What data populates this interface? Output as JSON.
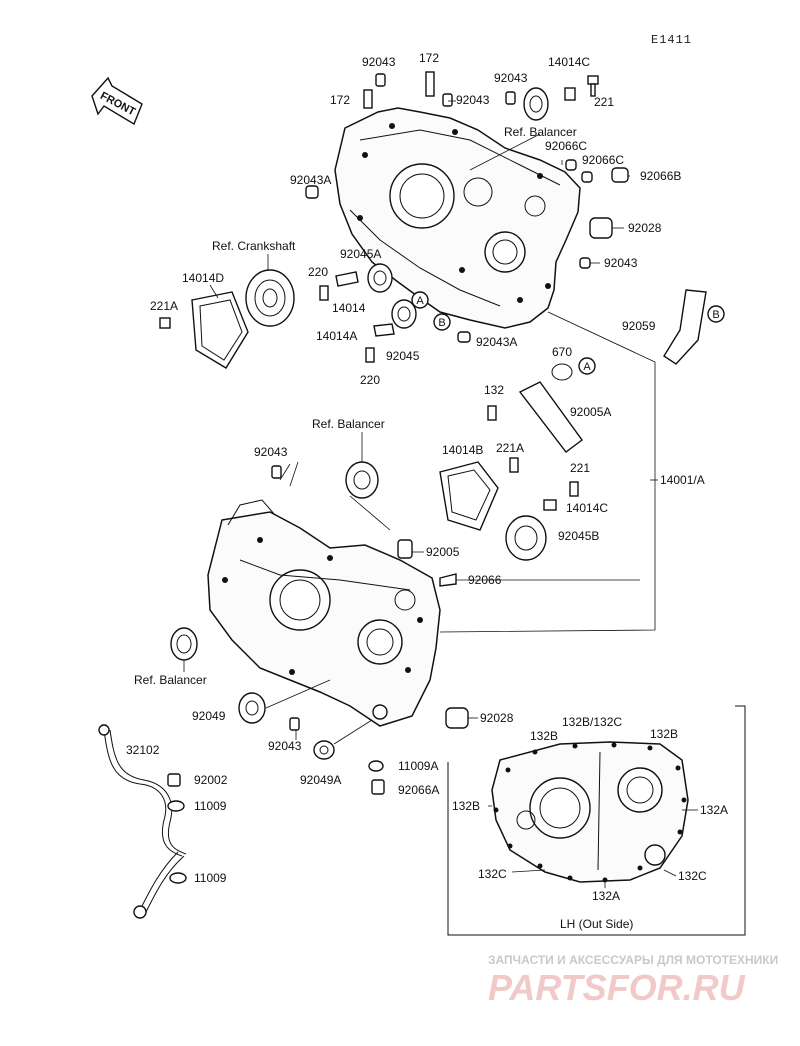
{
  "header": {
    "code": "E1411"
  },
  "front_label": "FRONT",
  "labels": {
    "l_92043_top": "92043",
    "l_172_a": "172",
    "l_172_b": "172",
    "l_92043_b": "92043",
    "l_92043_c": "92043",
    "l_14014C_top": "14014C",
    "l_221_top": "221",
    "l_ref_balancer_top": "Ref. Balancer",
    "l_92066C_a": "92066C",
    "l_92066C_b": "92066C",
    "l_92066B": "92066B",
    "l_92043A_left": "92043A",
    "l_92028_top": "92028",
    "l_ref_crankshaft": "Ref. Crankshaft",
    "l_92045A": "92045A",
    "l_220_a": "220",
    "l_14014D": "14014D",
    "l_92043_right": "92043",
    "l_221A_left": "221A",
    "l_14014": "14014",
    "l_92059": "92059",
    "l_14014A": "14014A",
    "l_92043A_mid": "92043A",
    "l_92045": "92045",
    "l_670": "670",
    "l_220_b": "220",
    "l_132_top": "132",
    "l_92005A": "92005A",
    "l_ref_balancer_mid": "Ref. Balancer",
    "l_92043_mid": "92043",
    "l_14014B": "14014B",
    "l_221A_mid": "221A",
    "l_221_mid": "221",
    "l_14001A": "14001/A",
    "l_14014C_mid": "14014C",
    "l_92045B": "92045B",
    "l_92005": "92005",
    "l_92066": "92066",
    "l_ref_balancer_low": "Ref. Balancer",
    "l_92049": "92049",
    "l_92028_low": "92028",
    "l_92043_low": "92043",
    "l_32102": "32102",
    "l_132B_132C": "132B/132C",
    "l_132B_a": "132B",
    "l_132B_b": "132B",
    "l_11009A": "11009A",
    "l_92049A": "92049A",
    "l_92002": "92002",
    "l_92066A": "92066A",
    "l_11009_a": "11009",
    "l_132B_left": "132B",
    "l_132A_right": "132A",
    "l_132C_left": "132C",
    "l_132C_right": "132C",
    "l_11009_b": "11009",
    "l_132A_bottom": "132A",
    "l_lh_out_side": "LH (Out Side)"
  },
  "callouts": {
    "A1": "A",
    "A2": "A",
    "B1": "B",
    "B2": "B"
  },
  "watermark": {
    "line1": "ЗАПЧАСТИ И АКСЕССУАРЫ ДЛЯ МОТОТЕХНИКИ",
    "logo": "PARTSFOR.RU"
  }
}
